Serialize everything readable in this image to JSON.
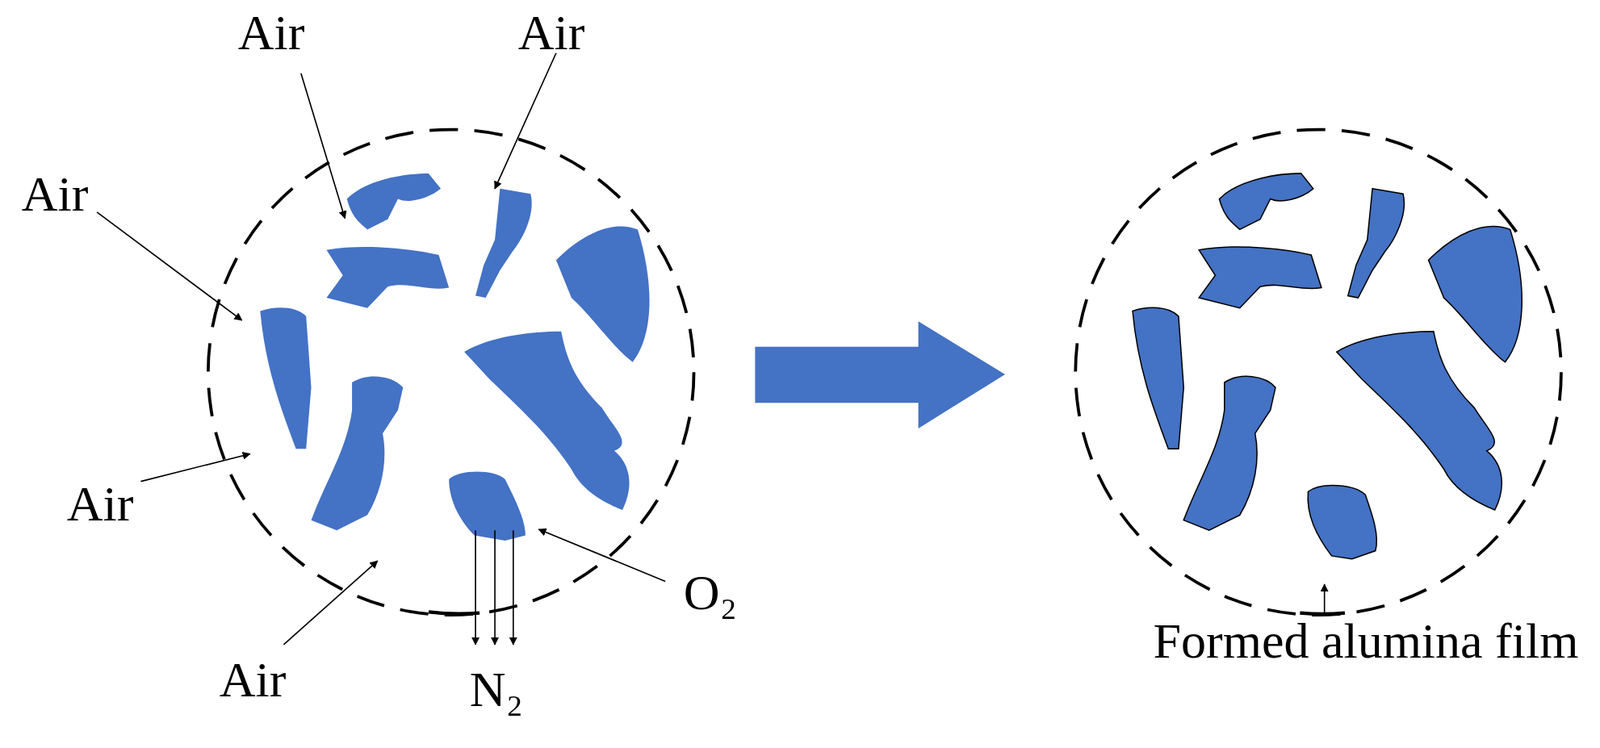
{
  "diagram": {
    "labels": [
      "Air",
      "Air",
      "Air",
      "Air",
      "Air",
      "O₂",
      "N₂",
      "Formed alumina film"
    ]
  }
}
